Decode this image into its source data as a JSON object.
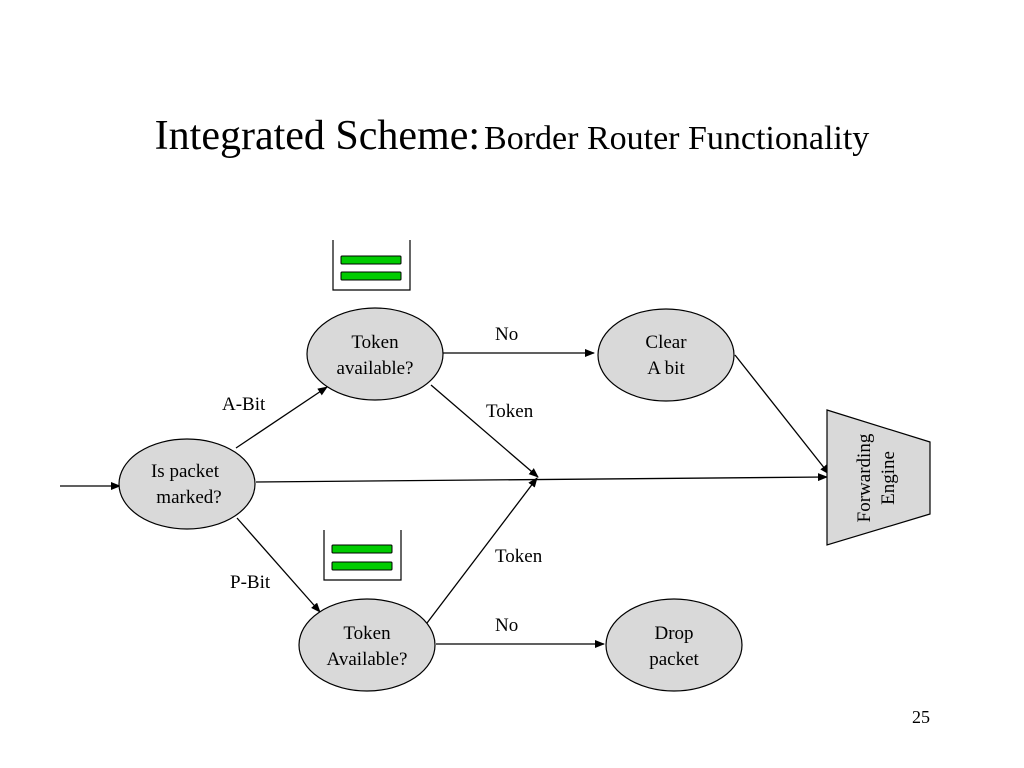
{
  "slide": {
    "title_main": "Integrated Scheme:",
    "title_sub": "Border Router Functionality",
    "page_number": "25"
  },
  "nodes": {
    "is_packet_marked": [
      "Is packet",
      "marked?"
    ],
    "token_available_top": [
      "Token",
      "available?"
    ],
    "token_available_bottom": [
      "Token",
      "Available?"
    ],
    "clear_a_bit": [
      "Clear",
      "A bit"
    ],
    "drop_packet": [
      "Drop",
      "packet"
    ],
    "forwarding_engine": [
      "Forwarding",
      "Engine"
    ]
  },
  "edges": {
    "a_bit": "A-Bit",
    "p_bit": "P-Bit",
    "no_top": "No",
    "no_bottom": "No",
    "token_top": "Token",
    "token_bottom": "Token"
  },
  "colors": {
    "node_fill": "#d9d9d9",
    "token_green": "#00cc00",
    "line": "#000000"
  }
}
